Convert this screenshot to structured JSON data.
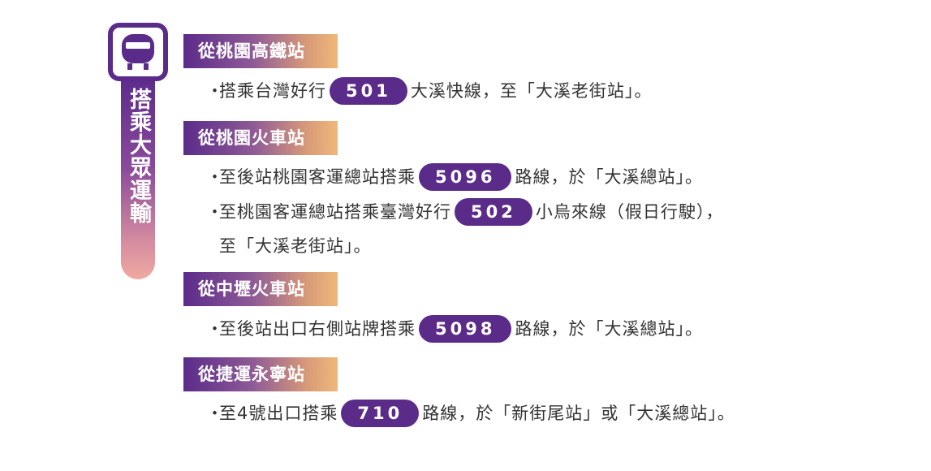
{
  "badge": {
    "icon": "bus-icon",
    "title": "搭乘大眾運輸"
  },
  "sections": [
    {
      "header": "從桃園高鐵站",
      "lines": [
        {
          "bullet": "・",
          "before": "搭乘台灣好行",
          "route": "501",
          "after": "大溪快線，至「大溪老街站」。"
        }
      ]
    },
    {
      "header": "從桃園火車站",
      "lines": [
        {
          "bullet": "・",
          "before": "至後站桃園客運總站搭乘",
          "route": "5096",
          "after": "路線，於「大溪總站」。"
        },
        {
          "bullet": "・",
          "before": "至桃園客運總站搭乘臺灣好行",
          "route": "502",
          "after": "小烏來線（假日行駛），",
          "continuation": "至「大溪老街站」。"
        }
      ]
    },
    {
      "header": "從中壢火車站",
      "lines": [
        {
          "bullet": "・",
          "before": "至後站出口右側站牌搭乘",
          "route": "5098",
          "after": "路線，於「大溪總站」。"
        }
      ]
    },
    {
      "header": "從捷運永寧站",
      "lines": [
        {
          "bullet": "・",
          "before": "至4號出口搭乘",
          "route": "710",
          "after": "路線，於「新街尾站」或「大溪總站」。"
        }
      ]
    }
  ],
  "colors": {
    "purple": "#5b2b8a",
    "orange": "#efb87a",
    "pink": "#f0a9a0",
    "text": "#333333"
  }
}
